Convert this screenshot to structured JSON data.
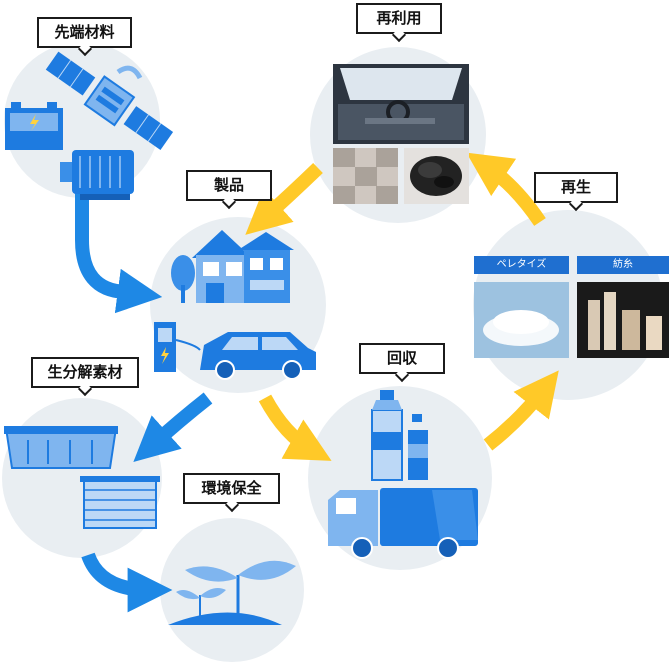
{
  "labels": {
    "sentan": "先端材料",
    "seihin": "製品",
    "sairiyou": "再利用",
    "saisei": "再生",
    "kaishuu": "回収",
    "seibunkai": "生分解素材",
    "kankyou": "環境保全"
  },
  "sub_labels": {
    "pelletize": "ペレタイズ",
    "bouseki": "紡糸"
  },
  "colors": {
    "circle": "#e9eef2",
    "blue_arrow": "#1e88e5",
    "yellow_arrow": "#ffc928",
    "icon_blue": "#1e7be0",
    "icon_light": "#7fb5ef"
  }
}
